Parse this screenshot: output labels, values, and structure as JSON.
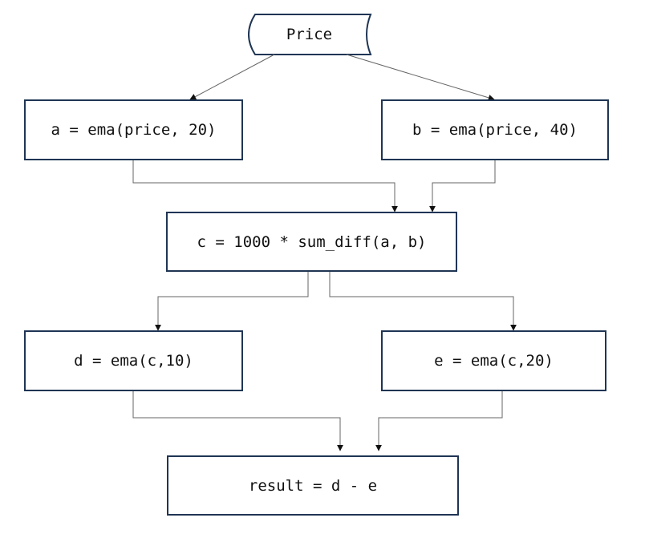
{
  "diagram": {
    "source": {
      "label": "Price"
    },
    "nodes": {
      "a": {
        "label": "a = ema(price, 20)"
      },
      "b": {
        "label": "b = ema(price, 40)"
      },
      "c": {
        "label": "c = 1000 * sum_diff(a, b)"
      },
      "d": {
        "label": "d = ema(c,10)"
      },
      "e": {
        "label": "e = ema(c,20)"
      },
      "result": {
        "label": "result = d - e"
      }
    },
    "edges": [
      {
        "from": "source",
        "to": "a"
      },
      {
        "from": "source",
        "to": "b"
      },
      {
        "from": "a",
        "to": "c"
      },
      {
        "from": "b",
        "to": "c"
      },
      {
        "from": "c",
        "to": "d"
      },
      {
        "from": "c",
        "to": "e"
      },
      {
        "from": "d",
        "to": "result"
      },
      {
        "from": "e",
        "to": "result"
      }
    ],
    "colors": {
      "node_border": "#1f3554",
      "connector": "#666666",
      "arrowhead": "#111111",
      "text": "#111111"
    }
  }
}
